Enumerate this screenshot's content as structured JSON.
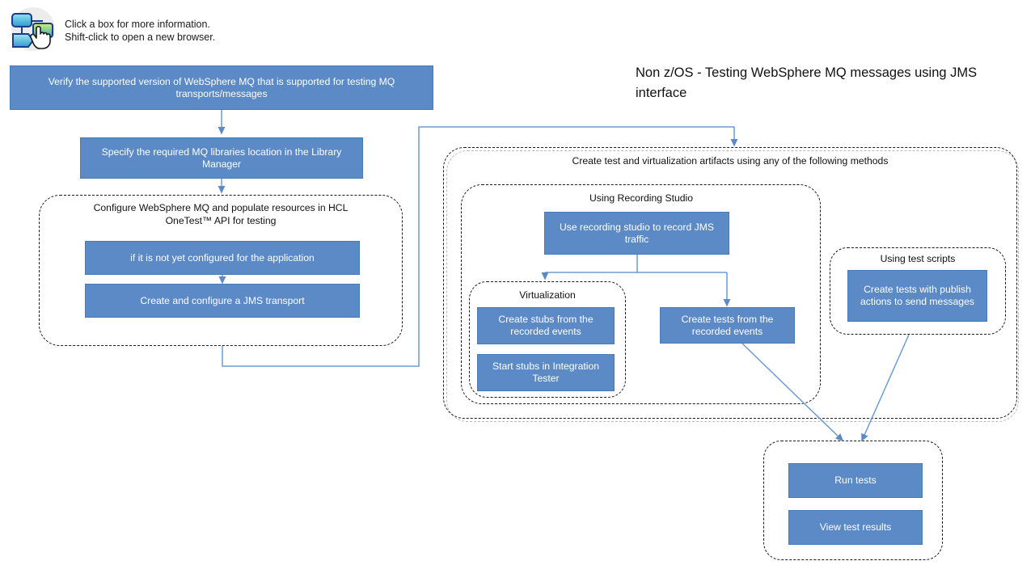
{
  "header": {
    "icon_name": "flowchart-click-icon",
    "legend_line1": "Click a box for more information.",
    "legend_line2": "Shift-click to open a new browser.",
    "legend_text": "Click a box for more information.\nShift-click to open a new browser."
  },
  "diagram": {
    "title": "Non z/OS - Testing WebSphere MQ messages using JMS interface",
    "box_fill": "#5b8ac6",
    "box_border": "#4a7ab4",
    "connector_color": "#6d9bd1",
    "group_border": "#1a1a1a",
    "group_border_faint": "#b9b9b9"
  },
  "boxes": {
    "verify_version": "Verify the supported version of WebSphere MQ that is supported for testing MQ transports/messages",
    "specify_libraries": "Specify the required MQ libraries location in the Library Manager",
    "not_yet_configured": "if it is not yet configured for the application",
    "create_jms_transport": "Create and configure a JMS transport",
    "use_recording_studio": "Use recording studio to record JMS traffic",
    "create_stubs": "Create stubs from the recorded events",
    "start_stubs": "Start stubs in Integration Tester",
    "create_tests_recorded": "Create tests from the recorded events",
    "create_tests_publish": "Create tests with publish actions to send messages",
    "run_tests": "Run tests",
    "view_test_results": "View test results"
  },
  "groups": {
    "configure_mq": "Configure WebSphere MQ and populate resources in HCL OneTest™ API for testing",
    "create_artifacts": "Create test and virtualization artifacts using any of the following methods",
    "using_recording_studio": "Using Recording Studio",
    "virtualization": "Virtualization",
    "using_test_scripts": "Using test scripts",
    "run_results": ""
  }
}
